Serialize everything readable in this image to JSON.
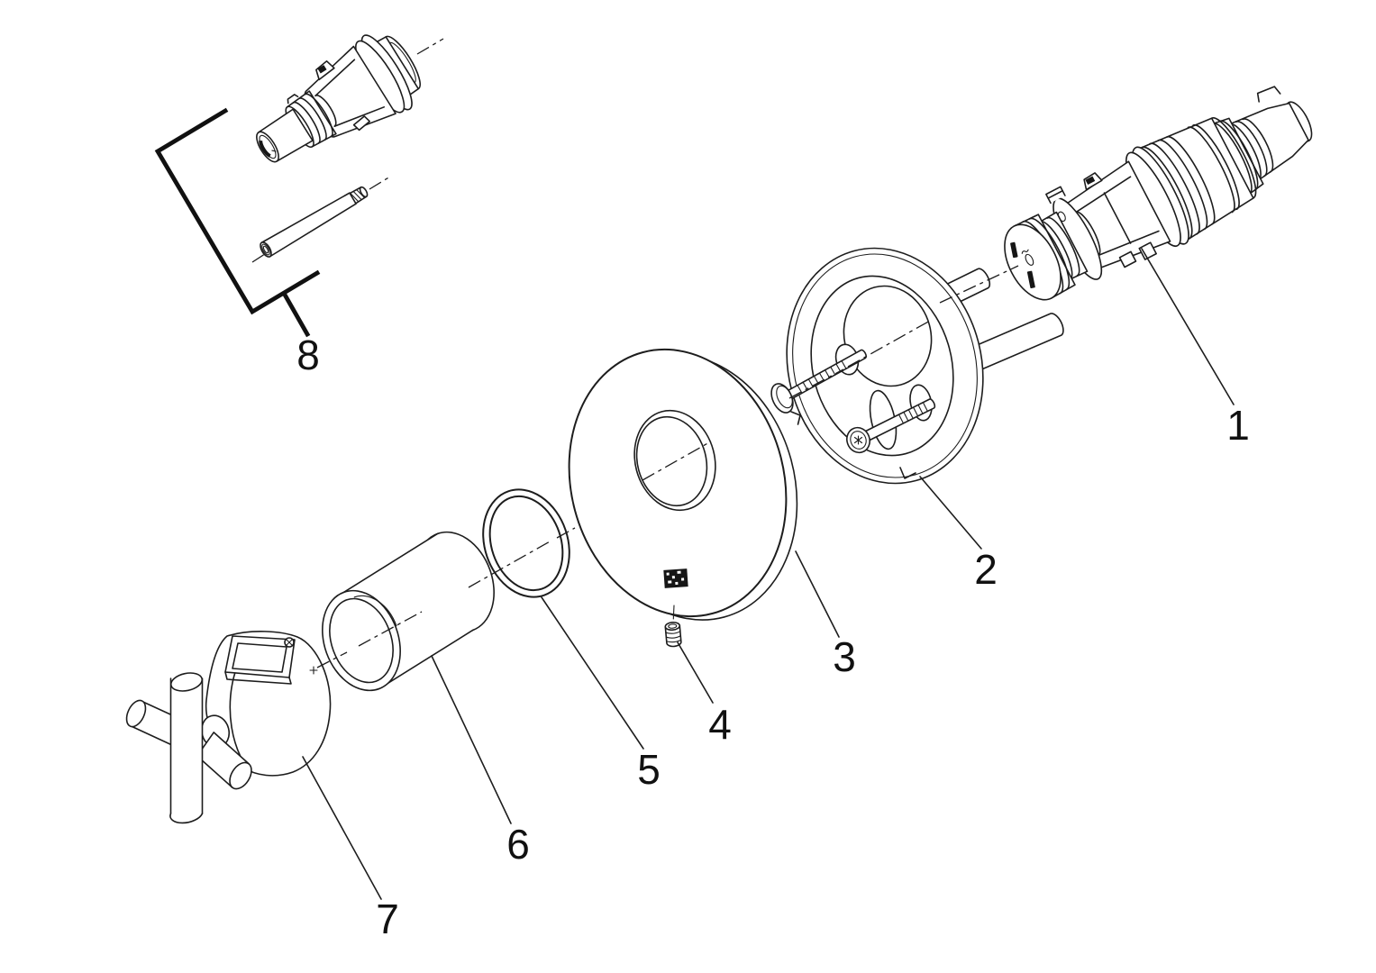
{
  "diagram": {
    "type": "exploded-parts-diagram",
    "background": "#ffffff",
    "line_color": "#1d1d1d",
    "label_color": "#111111",
    "part_labels": [
      "1",
      "2",
      "3",
      "4",
      "5",
      "6",
      "7",
      "8"
    ]
  }
}
